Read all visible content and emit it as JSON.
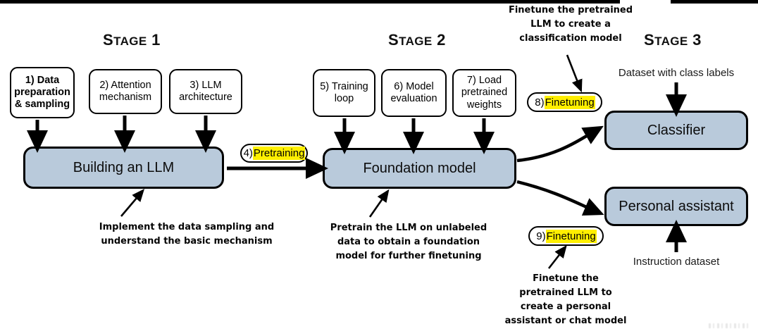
{
  "diagram": {
    "title": "Three-stage LLM development overview",
    "colors": {
      "box_blue": "#b9cadb",
      "highlight_yellow": "#ffef00",
      "outline_black": "#000000"
    }
  },
  "stages": [
    {
      "id": "stage-1",
      "prefix": "S",
      "rest": "TAGE",
      "number": " 1"
    },
    {
      "id": "stage-2",
      "prefix": "S",
      "rest": "TAGE",
      "number": " 2"
    },
    {
      "id": "stage-3",
      "prefix": "S",
      "rest": "TAGE",
      "number": " 3"
    }
  ],
  "steps": [
    {
      "id": "step-1",
      "label": "1) Data\npreparation\n& sampling",
      "bold": true
    },
    {
      "id": "step-2",
      "label": "2) Attention\nmechanism",
      "bold": false
    },
    {
      "id": "step-3",
      "label": "3) LLM\narchitecture",
      "bold": false
    },
    {
      "id": "step-5",
      "label": "5) Training\nloop",
      "bold": false
    },
    {
      "id": "step-6",
      "label": "6) Model\nevaluation",
      "bold": false
    },
    {
      "id": "step-7",
      "label": "7) Load\npretrained\nweights",
      "bold": false
    }
  ],
  "pills": [
    {
      "id": "pill-4",
      "num": "4)",
      "highlight": "Pretraining"
    },
    {
      "id": "pill-8",
      "num": "8)",
      "highlight": "Finetuning"
    },
    {
      "id": "pill-9",
      "num": "9)",
      "highlight": "Finetuning"
    }
  ],
  "main_boxes": [
    {
      "id": "building-llm",
      "label": "Building an LLM"
    },
    {
      "id": "foundation-model",
      "label": "Foundation model"
    },
    {
      "id": "classifier",
      "label": "Classifier"
    },
    {
      "id": "personal-assistant",
      "label": "Personal assistant"
    }
  ],
  "captions": [
    {
      "id": "caption-stage1",
      "text": "Implement the data sampling and\nunderstand the basic mechanism"
    },
    {
      "id": "caption-stage2",
      "text": "Pretrain the LLM on unlabeled\ndata to obtain a foundation\nmodel for further finetuning"
    },
    {
      "id": "caption-classifier",
      "text": "Finetune the pretrained\nLLM to create a\nclassification model"
    },
    {
      "id": "caption-assistant",
      "text": "Finetune the\npretrained LLM to\ncreate a personal\nassistant or chat model"
    }
  ],
  "plain_labels": [
    {
      "id": "dataset-class-labels",
      "text": "Dataset with class labels"
    },
    {
      "id": "instruction-dataset",
      "text": "Instruction dataset"
    }
  ]
}
